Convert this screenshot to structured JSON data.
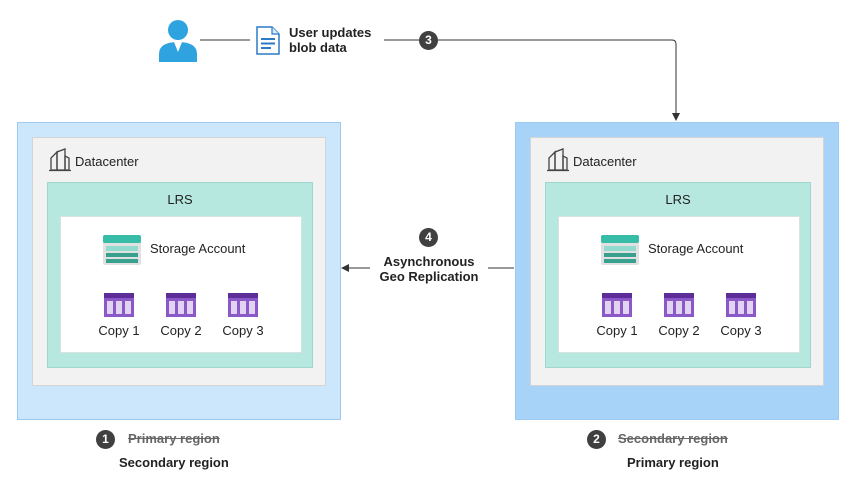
{
  "flow": {
    "user_label_line1": "User updates",
    "user_label_line2": "blob data",
    "step3": "3",
    "step4": "4",
    "replication_line1": "Asynchronous",
    "replication_line2": "Geo Replication"
  },
  "left": {
    "datacenter": "Datacenter",
    "lrs": "LRS",
    "storage_account": "Storage Account",
    "copies": [
      "Copy 1",
      "Copy 2",
      "Copy 3"
    ],
    "step": "1",
    "old_region": "Primary region",
    "new_region": "Secondary region"
  },
  "right": {
    "datacenter": "Datacenter",
    "lrs": "LRS",
    "storage_account": "Storage Account",
    "copies": [
      "Copy 1",
      "Copy 2",
      "Copy 3"
    ],
    "step": "2",
    "old_region": "Secondary region",
    "new_region": "Primary region"
  },
  "colors": {
    "secondary_region_bg": "#cce6fb",
    "primary_region_bg": "#a6d3f7",
    "lrs_bg": "#b7e8e0",
    "user_icon": "#2ea3e0",
    "copy_icon": "#8a58c7",
    "bubble": "#404040"
  },
  "icons": {
    "user": "user-icon",
    "document": "document-icon",
    "datacenter": "datacenter-icon",
    "storage": "storage-account-icon",
    "copy": "blob-copy-icon"
  }
}
